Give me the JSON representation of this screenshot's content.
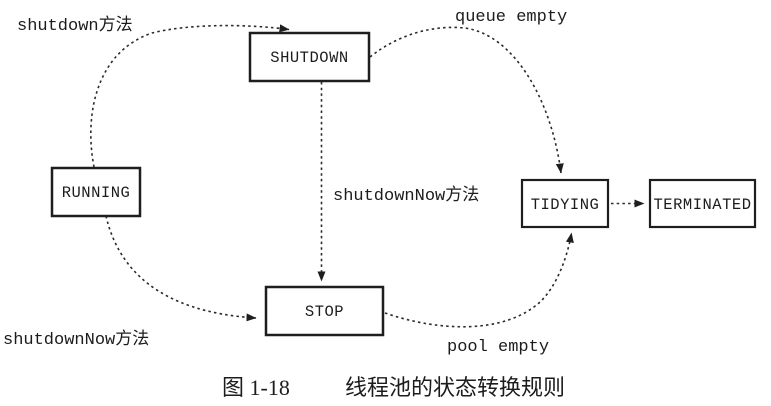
{
  "diagram": {
    "states": {
      "running": "RUNNING",
      "shutdown": "SHUTDOWN",
      "stop": "STOP",
      "tidying": "TIDYING",
      "terminated": "TERMINATED"
    },
    "labels": {
      "shutdown_method": "shutdown方法",
      "shutdown_now_center": "shutdownNow方法",
      "shutdown_now_bottom": "shutdownNow方法",
      "queue_empty": "queue empty",
      "pool_empty": "pool empty"
    },
    "caption": {
      "number": "图 1-18",
      "title": "线程池的状态转换规则"
    },
    "colors": {
      "line": "#2a2a2a",
      "background": "#ffffff"
    }
  }
}
